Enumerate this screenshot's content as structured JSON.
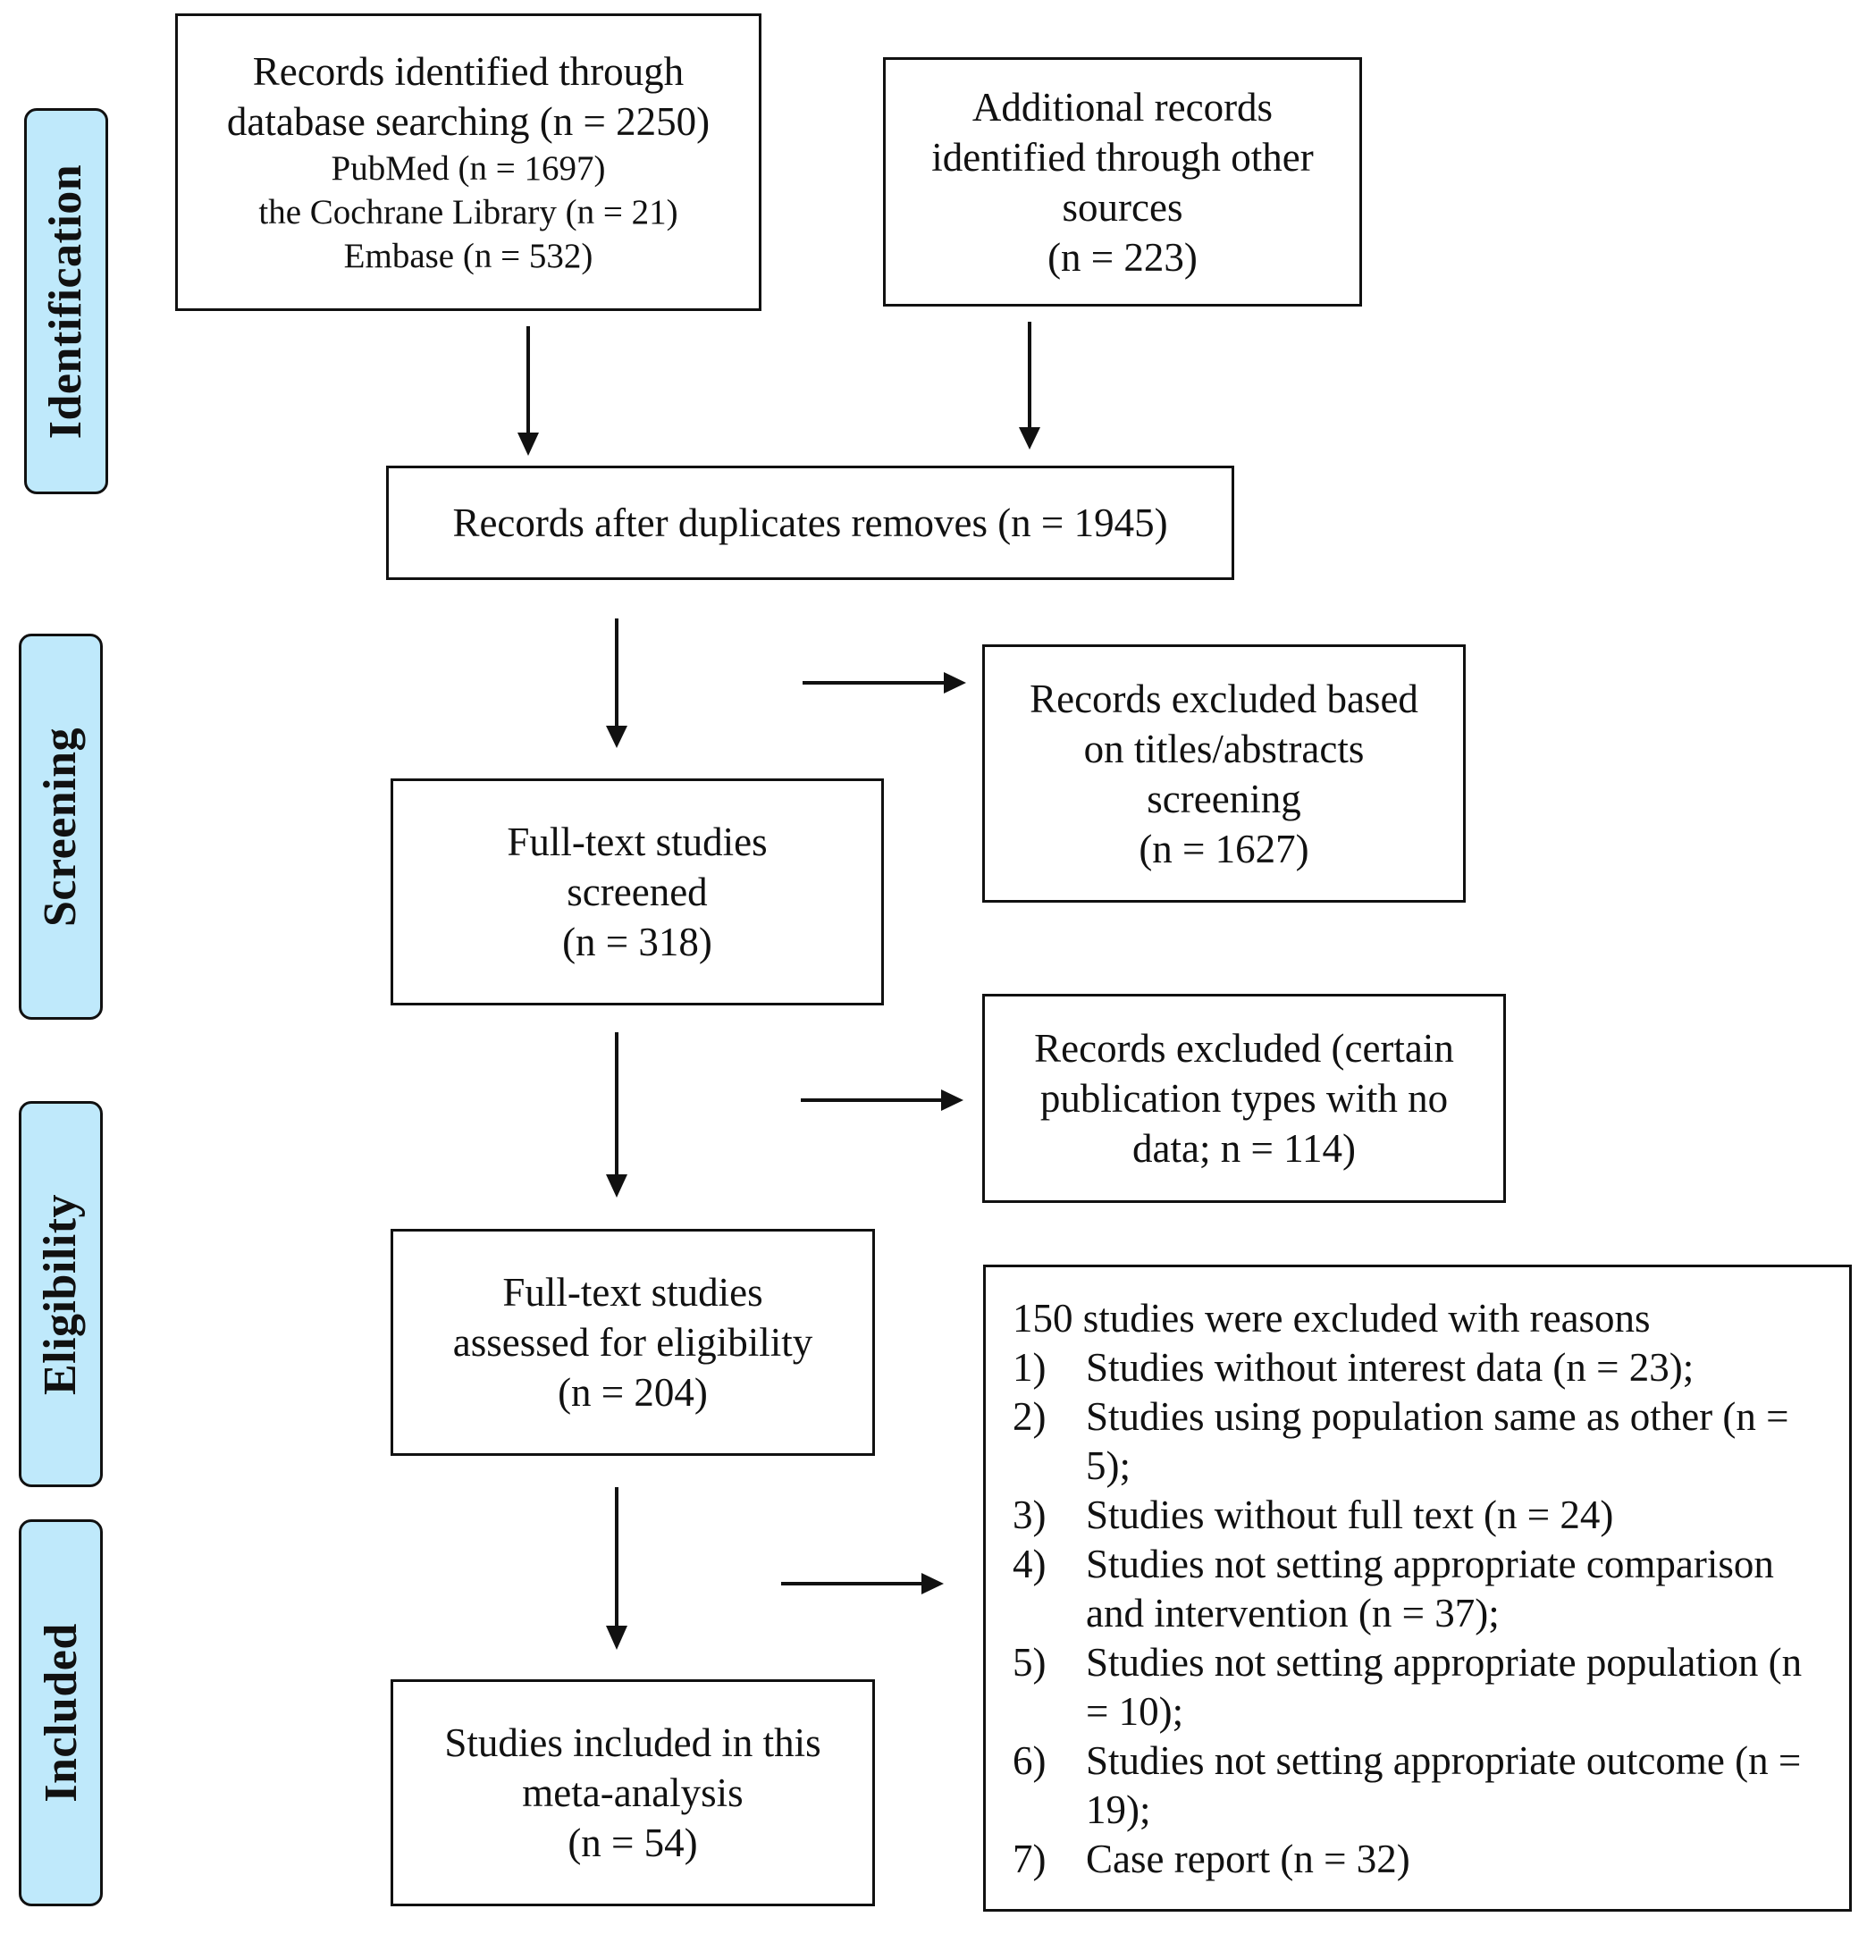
{
  "stages": {
    "identification": "Identification",
    "screening": "Screening",
    "eligibility": "Eligibility",
    "included": "Included"
  },
  "boxes": {
    "database_search": {
      "line1": "Records identified through",
      "line2": "database searching (n = 2250)",
      "line3": "PubMed (n = 1697)",
      "line4": "the Cochrane Library (n = 21)",
      "line5": "Embase (n = 532)"
    },
    "other_sources": {
      "line1": "Additional records",
      "line2": "identified through other",
      "line3": "sources",
      "line4": "(n = 223)"
    },
    "after_duplicates": {
      "line1": "Records after duplicates removes (n = 1945)"
    },
    "excluded_titles": {
      "line1": "Records excluded based",
      "line2": "on titles/abstracts",
      "line3": "screening",
      "line4": "(n = 1627)"
    },
    "fulltext_screened": {
      "line1": "Full-text studies",
      "line2": "screened",
      "line3": "(n = 318)"
    },
    "excluded_pubtypes": {
      "line1": "Records excluded (certain",
      "line2": "publication types with no",
      "line3": "data; n = 114)"
    },
    "fulltext_eligibility": {
      "line1": "Full-text studies",
      "line2": "assessed for eligibility",
      "line3": "(n = 204)"
    },
    "included_studies": {
      "line1": "Studies included in this",
      "line2": "meta-analysis",
      "line3": "(n = 54)"
    }
  },
  "exclusion_reasons": {
    "heading": "150 studies were excluded with reasons",
    "items": [
      {
        "num": "1)",
        "text": "Studies without interest data (n = 23);"
      },
      {
        "num": "2)",
        "text": "Studies using population same as other (n = 5);"
      },
      {
        "num": "3)",
        "text": "Studies without full text (n = 24)"
      },
      {
        "num": "4)",
        "text": "Studies not setting appropriate comparison and intervention (n = 37);"
      },
      {
        "num": "5)",
        "text": "Studies not setting appropriate population (n = 10);"
      },
      {
        "num": "6)",
        "text": "Studies not setting appropriate outcome (n = 19);"
      },
      {
        "num": "7)",
        "text": "Case report (n = 32)"
      }
    ]
  }
}
